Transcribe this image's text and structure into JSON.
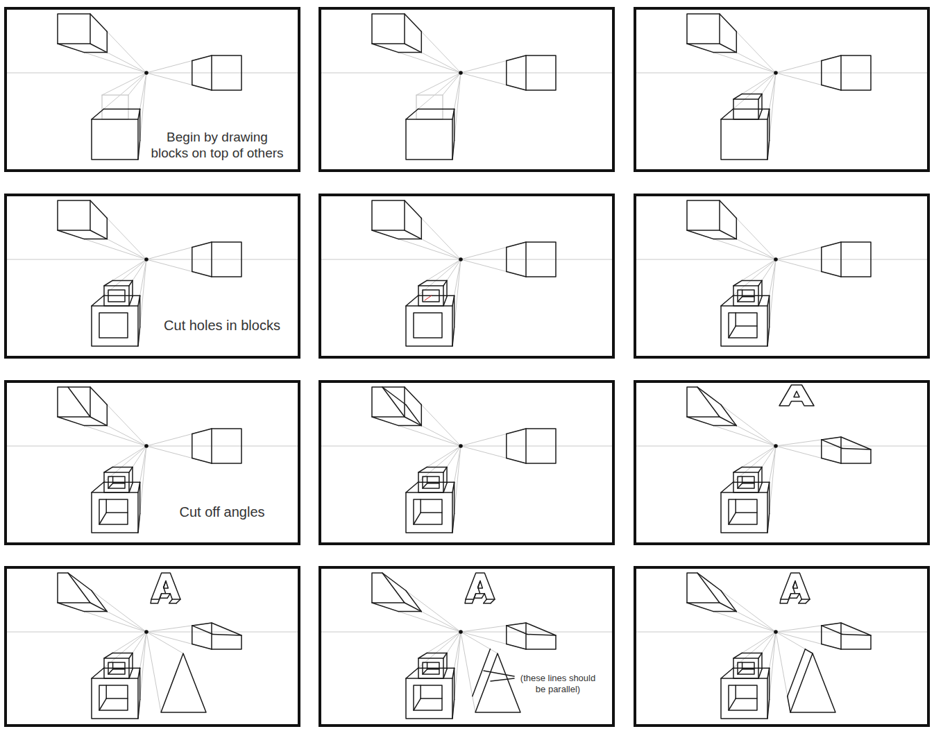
{
  "diagram": {
    "labels": [
      "Begin by drawing blocks on top of others",
      "Cut holes in blocks",
      "Cut off angles",
      "(these lines should be parallel)"
    ]
  }
}
